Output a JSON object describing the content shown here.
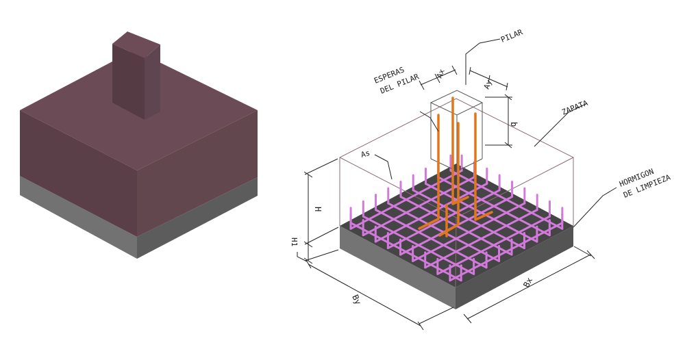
{
  "colors": {
    "concrete_top": "#6b4b56",
    "concrete_left": "#5b3f48",
    "concrete_right": "#62474f",
    "column_top": "#6d4c57",
    "column_left": "#553b44",
    "column_right": "#5f4550",
    "base_left": "#727272",
    "base_right": "#5c5c5c",
    "grid_fill": "#454545",
    "grid_rebar": "#d27adc",
    "column_rebar": "#e2771a",
    "lines": "#222222",
    "ghost_lines": "#8d6b78"
  },
  "labels": {
    "pilar": "PILAR",
    "esperas": "ESPERAS",
    "del_pilar": "DEL PILAR",
    "zapata": "ZAPATA",
    "hormigon": "HORMIGON",
    "limpieza": "DE LIMPIEZA",
    "as": "As",
    "ax": "Ax",
    "ay": "Ay",
    "b": "b",
    "h": "H",
    "h1": "H1",
    "by": "By",
    "bx": "Bx"
  }
}
